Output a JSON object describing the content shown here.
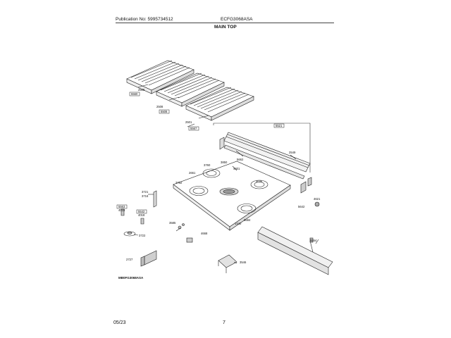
{
  "header": {
    "publication": "Publication No: 5995734512",
    "model": "ECFG3068ASA",
    "title": "MAIN TOP"
  },
  "parts": {
    "grate_left": "2508",
    "grate_left_box": "5560",
    "grate_mid": "2508",
    "grate_mid_box": "5508",
    "grate_right": "2501",
    "grate_right_box": "5567",
    "trim_box": "5521",
    "trim_bar": "2549",
    "trim_lower": "5662",
    "top_a": "3760",
    "top_b": "3850",
    "top_c": "4601",
    "top_d": "4036",
    "top_e": "2661",
    "top_f": "3762",
    "top_g": "1440",
    "top_h": "6684",
    "bracket_a": "3721",
    "bracket_b": "3716",
    "clip_box_a": "5563",
    "clip_box_b": "5542",
    "clip_a": "4018",
    "clip_b": "4018",
    "knob_ring": "3722",
    "screw_a": "3585",
    "screw_b": "4668",
    "screw_c": "4621",
    "side_bracket": "5642",
    "valve_bar": "5554",
    "block": "2727",
    "handle_bracket": "3546"
  },
  "footer": {
    "diagram_code": "MB0FG3068ASA",
    "date": "05/23",
    "page": "7"
  }
}
